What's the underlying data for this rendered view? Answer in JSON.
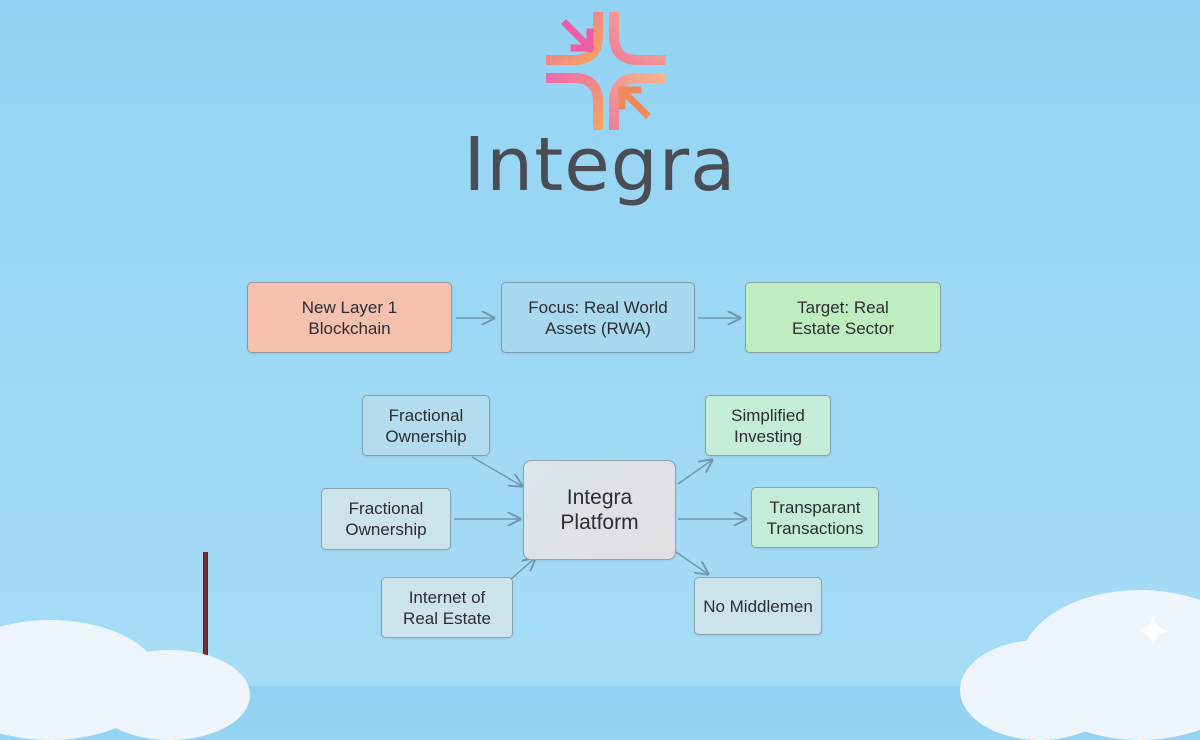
{
  "brand": {
    "title": "Integra",
    "logo_icon": "converging-arrows-logo",
    "gradient_colors": [
      "#f06bb0",
      "#f5a35e"
    ]
  },
  "flow": {
    "step1": "New Layer 1\nBlockchain",
    "step2": "Focus: Real World\nAssets (RWA)",
    "step3": "Target: Real\nEstate Sector"
  },
  "hub": {
    "center": "Integra\nPlatform",
    "left_top": "Fractional\nOwnership",
    "left_mid": "Fractional\nOwnership",
    "left_bottom": "Internet of\nReal Estate",
    "right_top": "Simplified\nInvesting",
    "right_mid": "Transparant\nTransactions",
    "right_bottom": "No Middlemen"
  },
  "colors": {
    "background": "#9cd8f5",
    "salmon": "#f5c0ad",
    "green": "#bfecc0",
    "arrow": "#6f97ad"
  }
}
